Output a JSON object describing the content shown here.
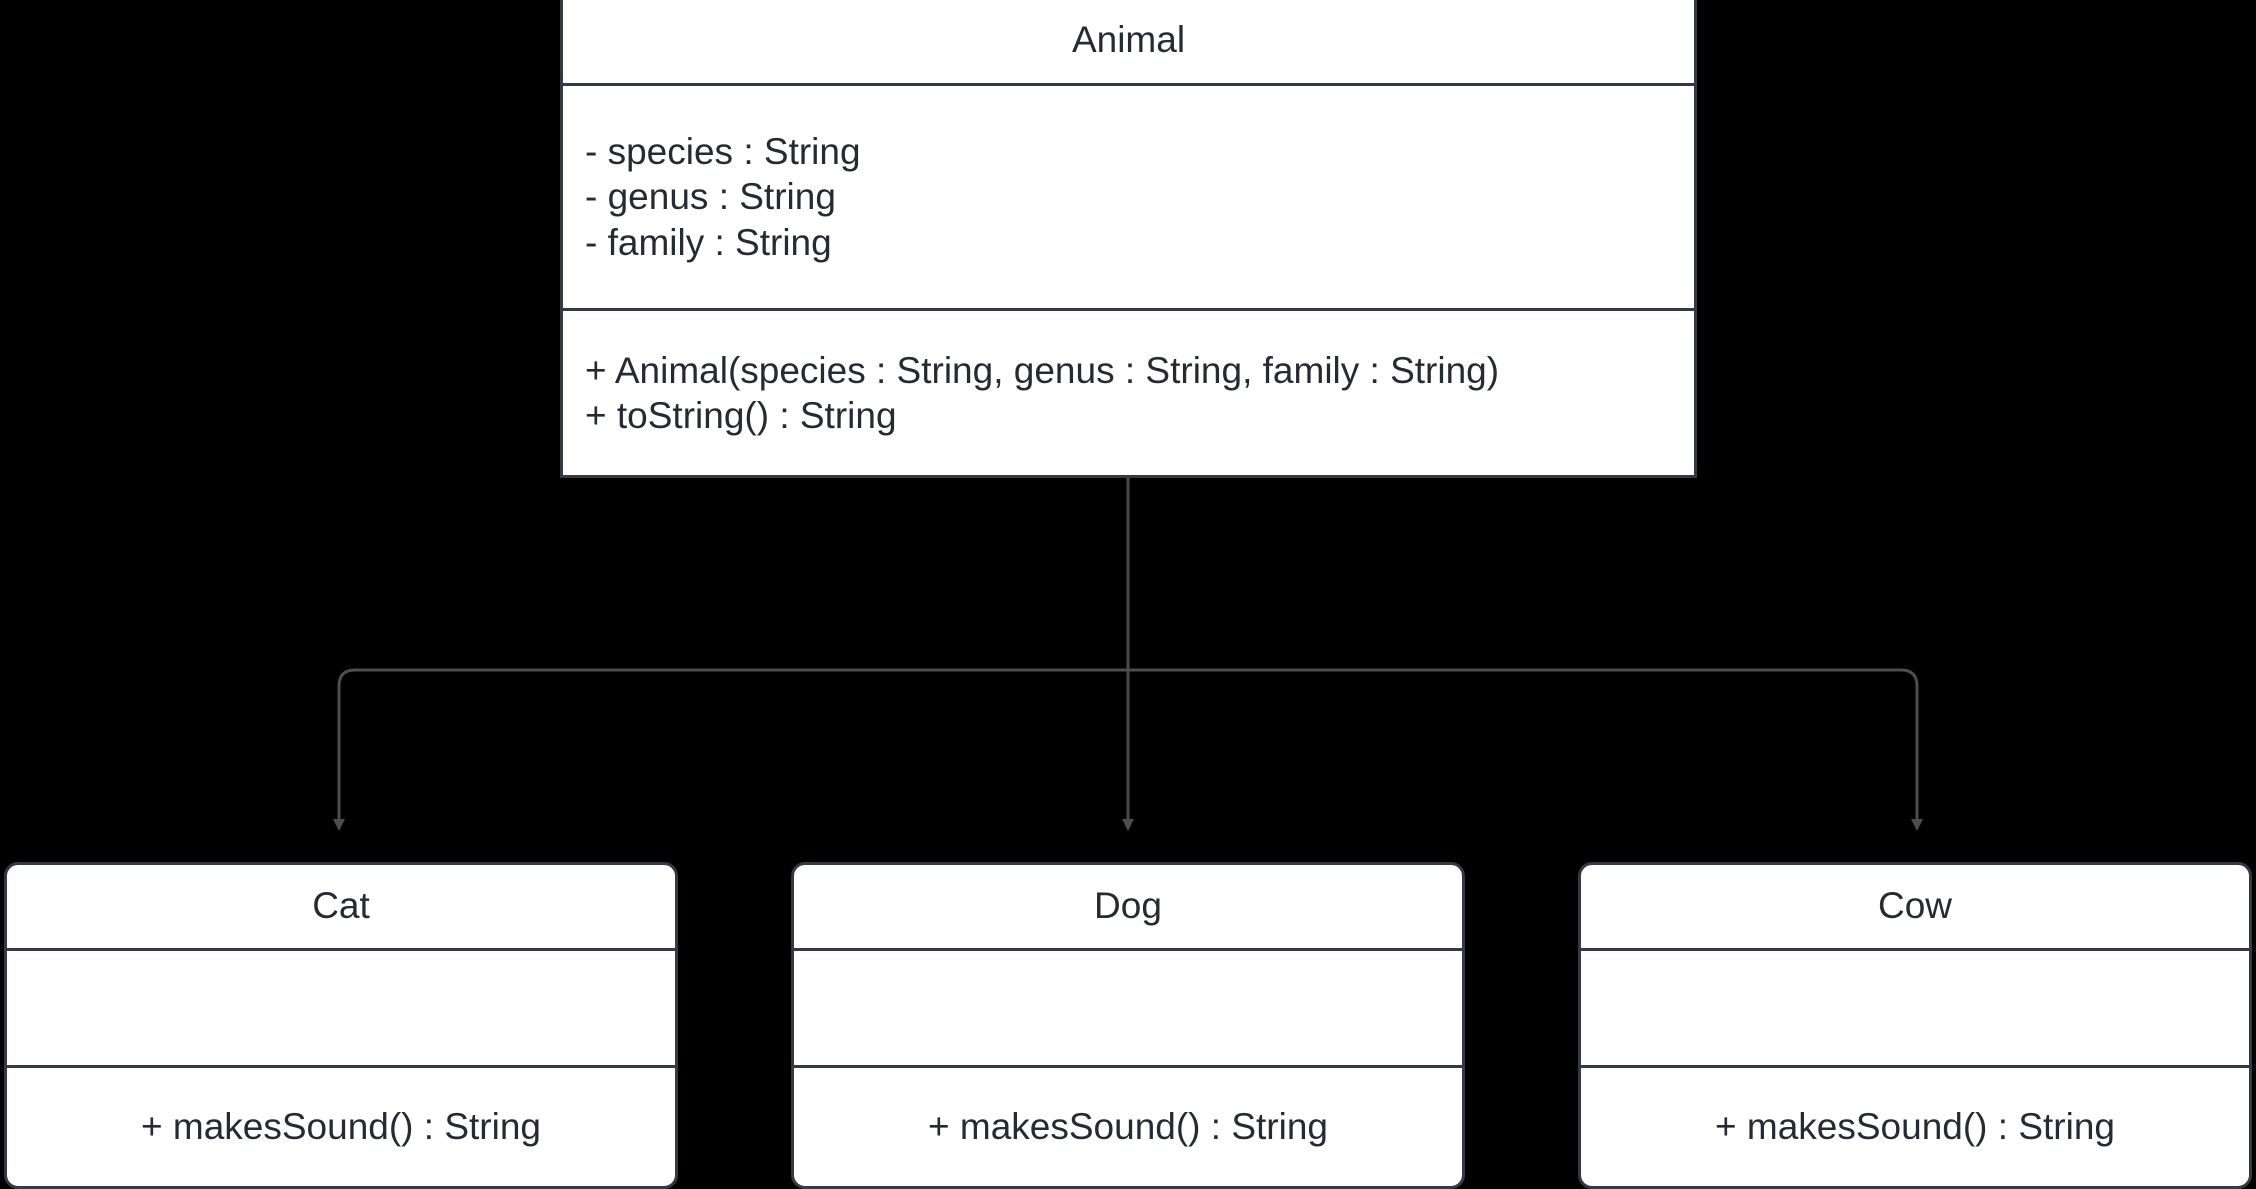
{
  "diagram": {
    "kind": "uml-class-diagram",
    "background_color": "#000000",
    "box_fill_color": "#ffffff",
    "box_border_color": "#333a45",
    "text_color": "#262b33",
    "connector_color": "#4d4d4d",
    "relationship": "generalization"
  },
  "classes": {
    "animal": {
      "name": "Animal",
      "attributes": [
        "- species : String",
        "- genus : String",
        "- family : String"
      ],
      "methods": [
        "+ Animal(species : String, genus : String, family : String)",
        "+ toString() : String"
      ]
    },
    "cat": {
      "name": "Cat",
      "attributes": [],
      "methods": [
        "+ makesSound() : String"
      ]
    },
    "dog": {
      "name": "Dog",
      "attributes": [],
      "methods": [
        "+ makesSound() : String"
      ]
    },
    "cow": {
      "name": "Cow",
      "attributes": [],
      "methods": [
        "+ makesSound() : String"
      ]
    }
  },
  "connectors": [
    {
      "name": "animal-to-cat",
      "from": "animal",
      "to": "cat",
      "arrow": "open-arrow"
    },
    {
      "name": "animal-to-dog",
      "from": "animal",
      "to": "dog",
      "arrow": "open-arrow"
    },
    {
      "name": "animal-to-cow",
      "from": "animal",
      "to": "cow",
      "arrow": "open-arrow"
    }
  ]
}
